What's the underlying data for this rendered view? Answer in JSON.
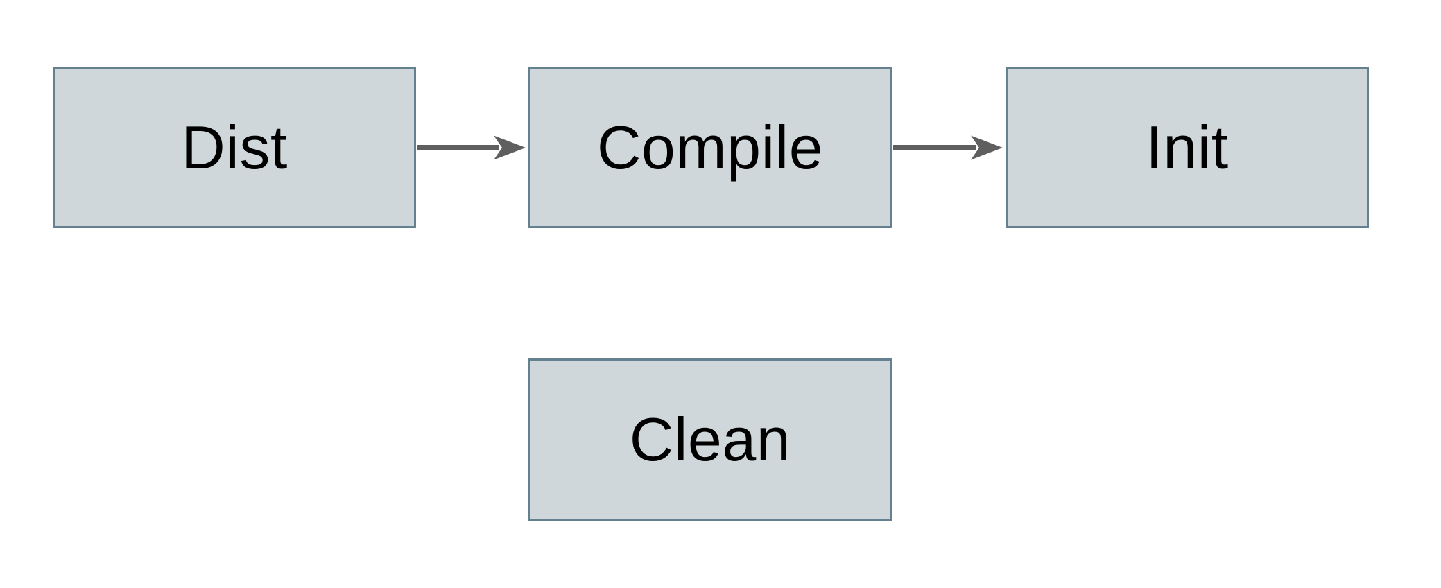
{
  "diagram": {
    "nodes": [
      {
        "id": "dist",
        "label": "Dist"
      },
      {
        "id": "compile",
        "label": "Compile"
      },
      {
        "id": "init",
        "label": "Init"
      },
      {
        "id": "clean",
        "label": "Clean"
      }
    ],
    "edges": [
      {
        "from": "Dist",
        "to": "Compile",
        "style": "solid-arrow-right"
      },
      {
        "from": "Compile",
        "to": "Init",
        "style": "solid-arrow-right"
      }
    ],
    "colors": {
      "background": "#ffffff",
      "node_fill": "#cfd7da",
      "node_border": "#65808e",
      "arrow": "#5f5f5f",
      "label_text": "#000000"
    }
  }
}
